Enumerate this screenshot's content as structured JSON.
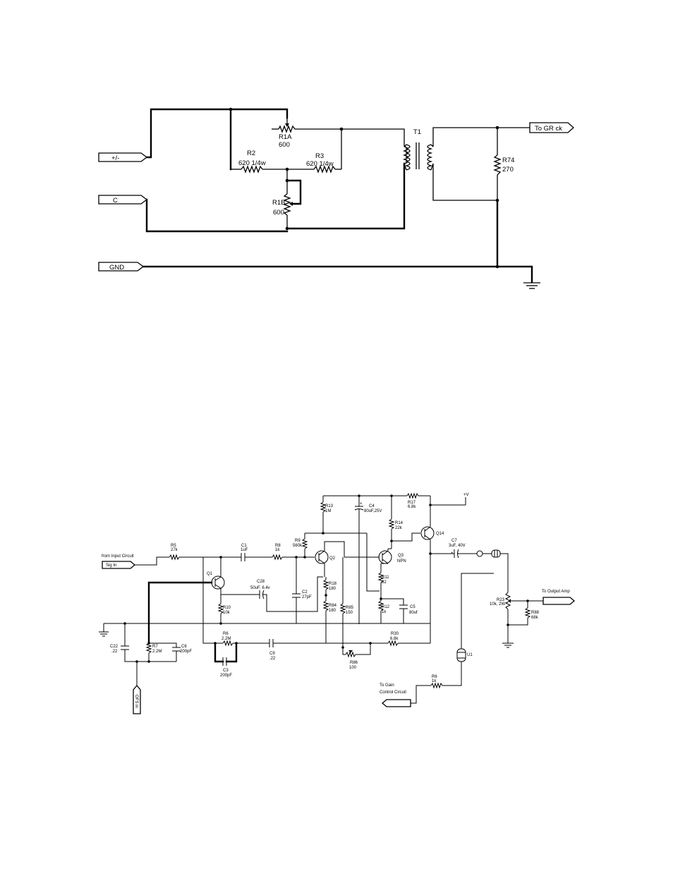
{
  "diagram1": {
    "ports": {
      "pm": "+/-",
      "c": "C",
      "gnd": "GND",
      "grck": "To GR ck"
    },
    "r1a": {
      "name": "R1A",
      "value": "600"
    },
    "r1b": {
      "name": "R1B",
      "value": "600"
    },
    "r2": {
      "name": "R2",
      "value": "620 1/4w"
    },
    "r3": {
      "name": "R3",
      "value": "620 1/4w"
    },
    "t1": {
      "name": "T1"
    },
    "r74": {
      "name": "R74",
      "value": "270"
    }
  },
  "diagram2": {
    "from_input": "from Input Circuit",
    "sig_in": "Sig In",
    "to_output": "To Output Amp",
    "to_gain": "To Gain",
    "control_circuit": "Control Circuit",
    "vplus": "+V",
    "q1": "Q1",
    "q2": "Q2",
    "q3": "Q3",
    "q3_type": "NPN",
    "q14": "Q14",
    "u1": "U1",
    "r5": {
      "name": "R5",
      "value": "27k"
    },
    "c1": {
      "name": "C1",
      "value": "1uF"
    },
    "r8": {
      "name": "R8",
      "value": "1k"
    },
    "r9": {
      "name": "R9",
      "value": "560k"
    },
    "r13": {
      "name": "R13",
      "value": "1M"
    },
    "c4": {
      "name": "C4",
      "value": "80uF,25V"
    },
    "r17": {
      "name": "R17",
      "value": "6.8k"
    },
    "r14": {
      "name": "R14",
      "value": "22k"
    },
    "c7": {
      "name": "C7",
      "value": "3uF, 40V"
    },
    "c28": {
      "name": "C28",
      "value": "50uF, 6.4v"
    },
    "c2": {
      "name": "C2",
      "value": "27pF"
    },
    "r18": {
      "name": "R18",
      "value": "180"
    },
    "r84": {
      "name": "R84",
      "value": "180"
    },
    "r85": {
      "name": "R85",
      "value": "150"
    },
    "r11": {
      "name": "R11",
      "value": "82"
    },
    "r12": {
      "name": "R12",
      "value": "1k"
    },
    "c5": {
      "name": "C5",
      "value": "80uf"
    },
    "r10": {
      "name": "R10",
      "value": "10k"
    },
    "r23": {
      "name": "R23",
      "value": "10k, 2W"
    },
    "r88": {
      "name": "R88",
      "value": "68k"
    },
    "c22": {
      "name": "C22",
      "value": ".22"
    },
    "r7": {
      "name": "R7",
      "value": "2.2M"
    },
    "c6": {
      "name": "C6",
      "value": "200pF"
    },
    "r6a": {
      "name": "R6",
      "value": "2.2M"
    },
    "c3": {
      "name": "C3",
      "value": "200pF"
    },
    "c9": {
      "name": "C9",
      "value": ".22"
    },
    "r86": {
      "name": "R86",
      "value": "100"
    },
    "r30": {
      "name": "R30",
      "value": "6.8k"
    },
    "r6b": {
      "name": "R6",
      "value": "1k"
    },
    "vert_flag": "OFS in"
  }
}
